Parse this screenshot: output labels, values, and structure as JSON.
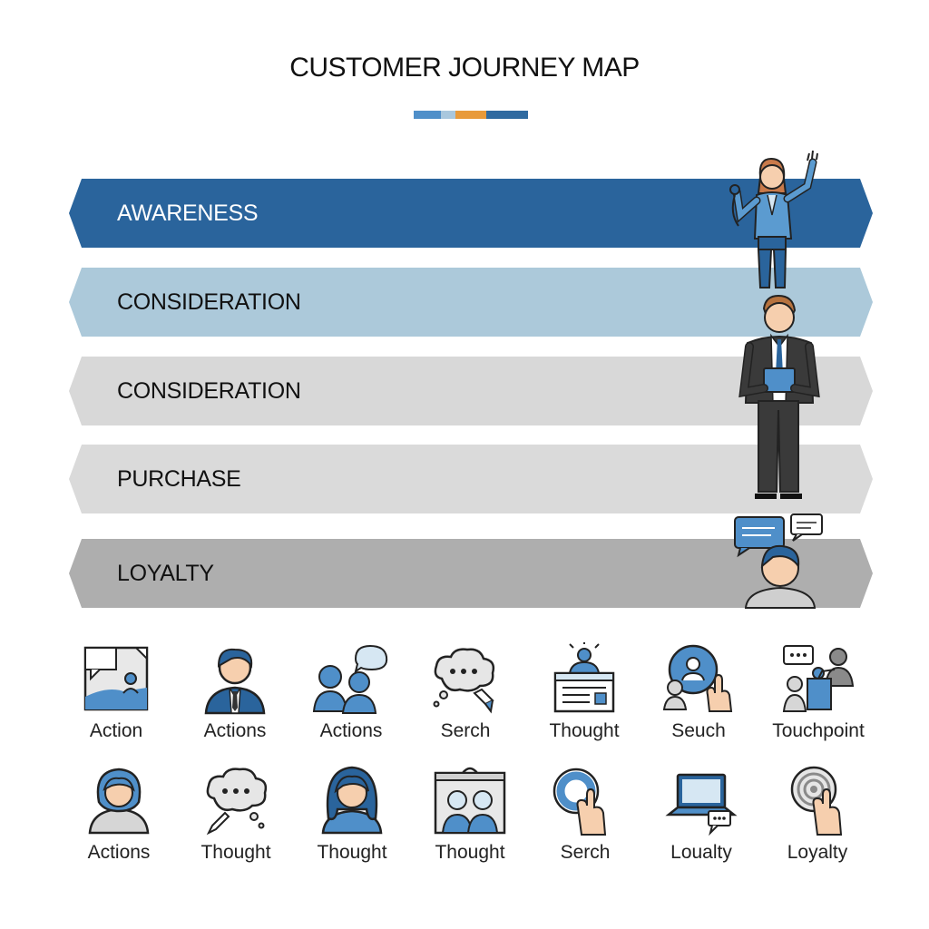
{
  "title": "CUSTOMER JOURNEY MAP",
  "accent_colors": [
    "#4f8fc9",
    "#a9c7dd",
    "#e89a3a",
    "#2f6aa0"
  ],
  "stages": [
    {
      "label": "AWARENESS",
      "bg": "#2a649c",
      "fg": "#ffffff"
    },
    {
      "label": "CONSIDERATION",
      "bg": "#acc9da",
      "fg": "#111111"
    },
    {
      "label": "CONSIDERATION",
      "bg": "#d8d8d8",
      "fg": "#111111"
    },
    {
      "label": "PURCHASE",
      "bg": "#dadada",
      "fg": "#111111"
    },
    {
      "label": "LOYALTY",
      "bg": "#aeaeae",
      "fg": "#111111"
    }
  ],
  "icons_row1": [
    {
      "label": "Action",
      "icon": "image-frame-icon"
    },
    {
      "label": "Actions",
      "icon": "businessman-icon"
    },
    {
      "label": "Actions",
      "icon": "group-chat-icon"
    },
    {
      "label": "Serch",
      "icon": "thought-cloud-pen-icon"
    },
    {
      "label": "Thought",
      "icon": "presenter-document-icon"
    },
    {
      "label": "Seuch",
      "icon": "globe-touch-icon"
    },
    {
      "label": "Touchpoint",
      "icon": "touchpoint-people-icon"
    }
  ],
  "icons_row2": [
    {
      "label": "Actions",
      "icon": "woman-avatar-icon"
    },
    {
      "label": "Thought",
      "icon": "thought-bubble-pen-icon"
    },
    {
      "label": "Thought",
      "icon": "woman-portrait-icon"
    },
    {
      "label": "Thought",
      "icon": "presentation-board-icon"
    },
    {
      "label": "Serch",
      "icon": "circle-touch-icon"
    },
    {
      "label": "Loualty",
      "icon": "laptop-chat-icon"
    },
    {
      "label": "Loyalty",
      "icon": "fingerprint-touch-icon"
    }
  ]
}
